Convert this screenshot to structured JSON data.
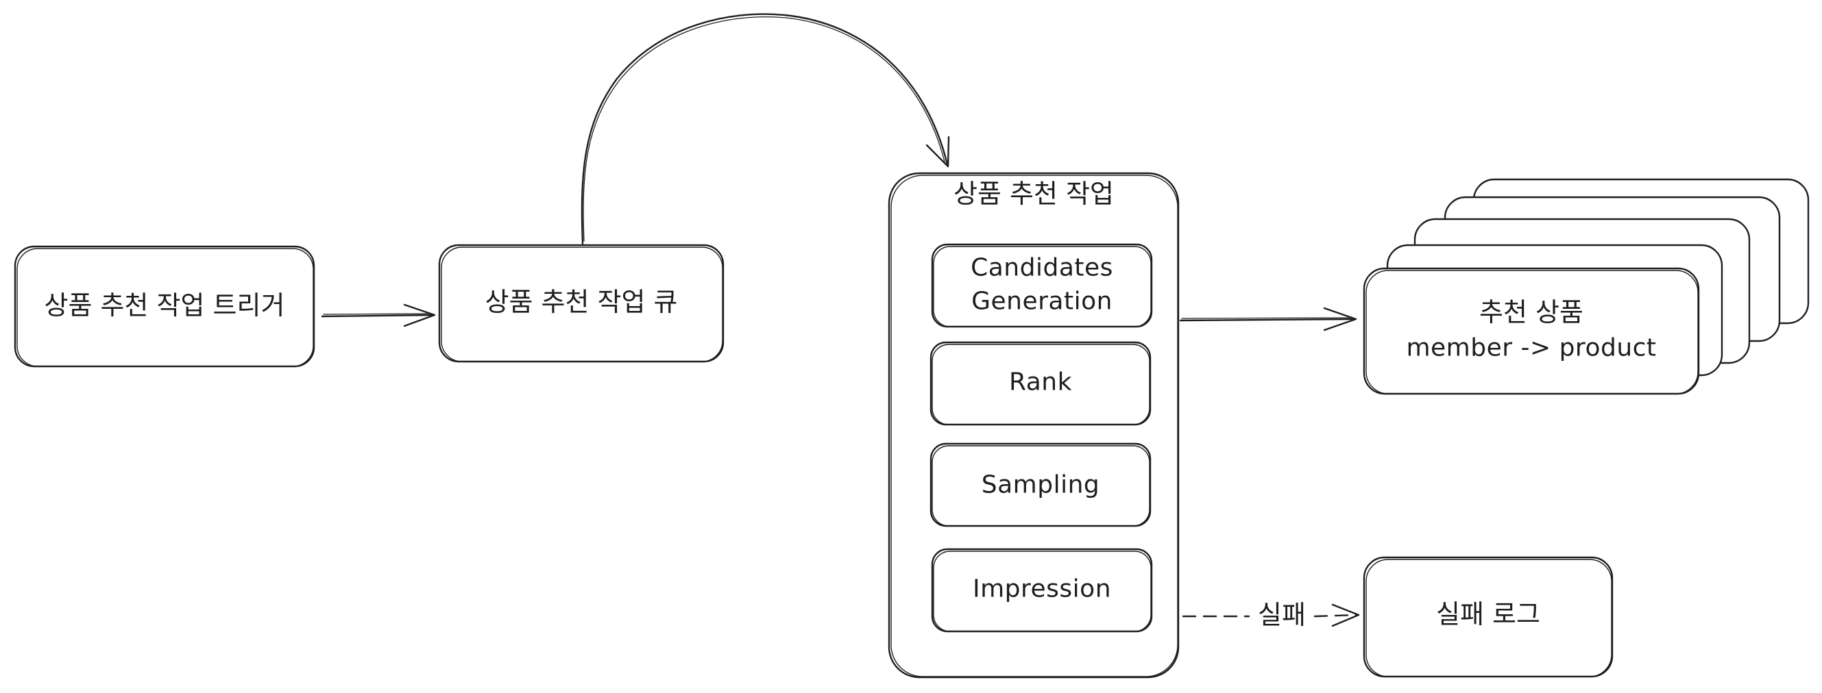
{
  "nodes": {
    "trigger": {
      "label": "상품 추천 작업 트리거"
    },
    "queue": {
      "label": "상품 추천 작업 큐"
    },
    "job": {
      "title": "상품 추천 작업",
      "steps": [
        {
          "line1": "Candidates",
          "line2": "Generation"
        },
        {
          "label": "Rank"
        },
        {
          "label": "Sampling"
        },
        {
          "label": "Impression"
        }
      ]
    },
    "result": {
      "line1": "추천 상품",
      "line2": "member -> product"
    },
    "failure_log": {
      "label": "실패 로그"
    }
  },
  "edges": {
    "trigger_to_queue": {
      "label": "",
      "style": "solid"
    },
    "queue_to_job": {
      "label": "",
      "style": "solid-curved"
    },
    "job_to_result": {
      "label": "",
      "style": "solid"
    },
    "job_to_failure": {
      "label": "실패",
      "style": "dashed"
    }
  },
  "colors": {
    "stroke": "#1e1e1e",
    "background": "#ffffff"
  }
}
